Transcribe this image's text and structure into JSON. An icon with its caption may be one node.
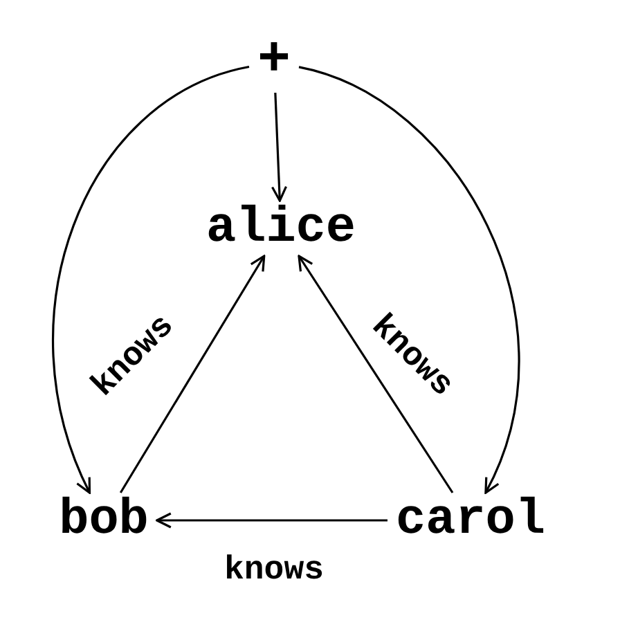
{
  "diagram": {
    "nodes": [
      {
        "text": [
          "+"
        ]
      },
      {
        "text": [
          "alice"
        ]
      },
      {
        "text": [
          "bob"
        ]
      },
      {
        "text": [
          "carol"
        ]
      }
    ],
    "edges": [
      {
        "from": 0,
        "to": 1,
        "arrow": "to"
      },
      {
        "from": 0,
        "to": 2,
        "arrow": "to"
      },
      {
        "from": 0,
        "to": 3,
        "arrow": "to"
      },
      {
        "from": 2,
        "to": 1,
        "arrow": "to",
        "label": "knows"
      },
      {
        "from": 3,
        "to": 1,
        "arrow": "to",
        "label": "knows"
      },
      {
        "from": 3,
        "to": 2,
        "arrow": "to",
        "label": "knows"
      }
    ]
  }
}
